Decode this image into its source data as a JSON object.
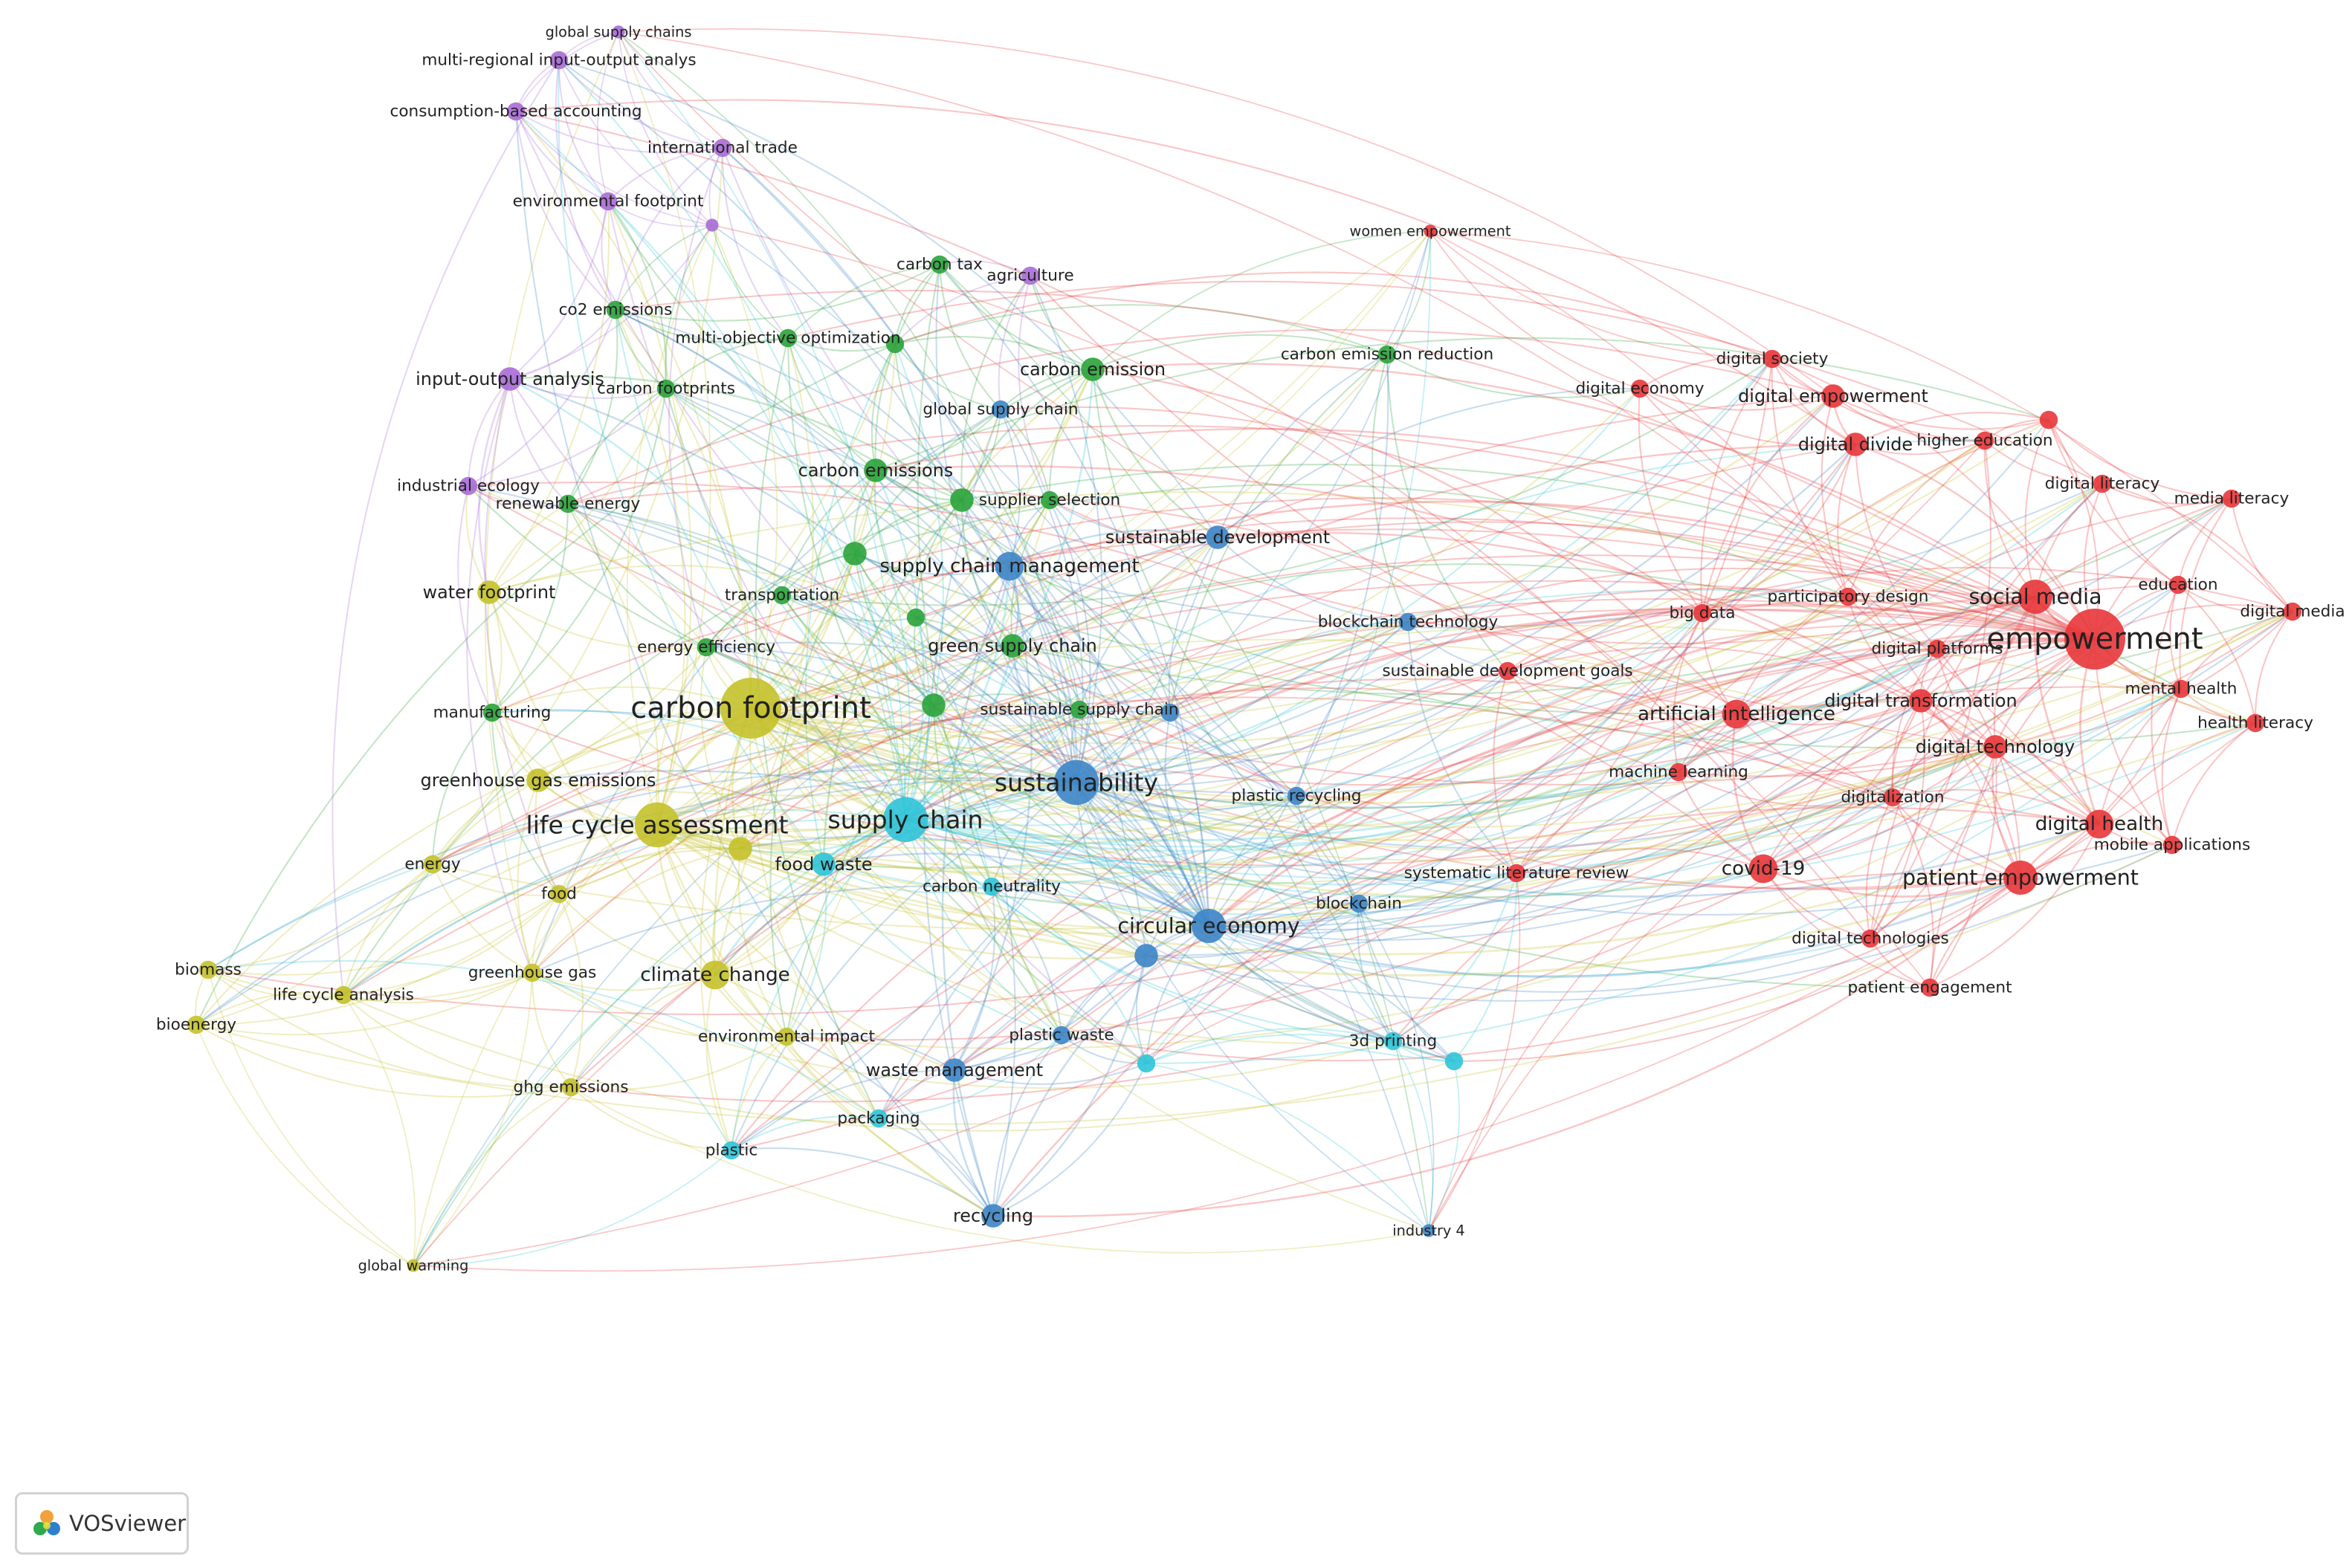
{
  "app": {
    "logo_label": "VOSviewer"
  },
  "clusters": {
    "red": "#e8363a",
    "green": "#2aa33a",
    "blue": "#3d85c6",
    "yellow": "#c4c12b",
    "purple": "#a86bd6",
    "cyan": "#2fc4d8"
  },
  "nodes": [
    {
      "id": "global-supply-chains",
      "label": "global supply chains",
      "c": "purple",
      "w": 1
    },
    {
      "id": "mrio",
      "label": "multi-regional input-output analys",
      "c": "purple",
      "w": 2
    },
    {
      "id": "consumption-based-accounting",
      "label": "consumption-based accounting",
      "c": "purple",
      "w": 2
    },
    {
      "id": "international-trade",
      "label": "international trade",
      "c": "purple",
      "w": 2
    },
    {
      "id": "environmental-footprint",
      "label": "environmental footprint",
      "c": "purple",
      "w": 2
    },
    {
      "id": "purple-unlabeled",
      "label": "",
      "c": "purple",
      "w": 1
    },
    {
      "id": "agriculture",
      "label": "agriculture",
      "c": "purple",
      "w": 2
    },
    {
      "id": "input-output-analysis",
      "label": "input-output analysis",
      "c": "purple",
      "w": 3
    },
    {
      "id": "industrial-ecology",
      "label": "industrial ecology",
      "c": "purple",
      "w": 2
    },
    {
      "id": "carbon-tax",
      "label": "carbon tax",
      "c": "green",
      "w": 2
    },
    {
      "id": "co2-emissions",
      "label": "co2 emissions",
      "c": "green",
      "w": 2
    },
    {
      "id": "multi-objective-optimization",
      "label": "multi-objective optimization",
      "c": "green",
      "w": 2
    },
    {
      "id": "green-unlabeled-1",
      "label": "",
      "c": "green",
      "w": 2
    },
    {
      "id": "carbon-footprints",
      "label": "carbon footprints",
      "c": "green",
      "w": 2
    },
    {
      "id": "carbon-emission",
      "label": "carbon emission",
      "c": "green",
      "w": 3
    },
    {
      "id": "carbon-emission-reduction",
      "label": "carbon emission reduction",
      "c": "green",
      "w": 2
    },
    {
      "id": "carbon-emissions",
      "label": "carbon emissions",
      "c": "green",
      "w": 3
    },
    {
      "id": "renewable-energy",
      "label": "renewable energy",
      "c": "green",
      "w": 2
    },
    {
      "id": "green-unlabeled-2",
      "label": "",
      "c": "green",
      "w": 3
    },
    {
      "id": "supplier-selection",
      "label": "supplier selection",
      "c": "green",
      "w": 2
    },
    {
      "id": "green-unlabeled-3",
      "label": "",
      "c": "green",
      "w": 3
    },
    {
      "id": "transportation",
      "label": "transportation",
      "c": "green",
      "w": 2
    },
    {
      "id": "green-unlabeled-4",
      "label": "",
      "c": "green",
      "w": 2
    },
    {
      "id": "energy-efficiency",
      "label": "energy efficiency",
      "c": "green",
      "w": 2
    },
    {
      "id": "green-supply-chain",
      "label": "green supply chain",
      "c": "green",
      "w": 3
    },
    {
      "id": "manufacturing",
      "label": "manufacturing",
      "c": "green",
      "w": 2
    },
    {
      "id": "sustainable-supply-chain",
      "label": "sustainable supply chain",
      "c": "green",
      "w": 2
    },
    {
      "id": "green-unlabeled-5",
      "label": "",
      "c": "green",
      "w": 3
    },
    {
      "id": "global-supply-chain",
      "label": "global supply chain",
      "c": "blue",
      "w": 2
    },
    {
      "id": "supply-chain-management",
      "label": "supply chain management",
      "c": "blue",
      "w": 4
    },
    {
      "id": "sustainable-development",
      "label": "sustainable development",
      "c": "blue",
      "w": 3
    },
    {
      "id": "blockchain-technology",
      "label": "blockchain technology",
      "c": "blue",
      "w": 2
    },
    {
      "id": "blue-unlabeled-1",
      "label": "",
      "c": "blue",
      "w": 2
    },
    {
      "id": "sustainability",
      "label": "sustainability",
      "c": "blue",
      "w": 7
    },
    {
      "id": "plastic-recycling",
      "label": "plastic recycling",
      "c": "blue",
      "w": 2
    },
    {
      "id": "circular-economy",
      "label": "circular economy",
      "c": "blue",
      "w": 5
    },
    {
      "id": "blue-unlabeled-2",
      "label": "",
      "c": "blue",
      "w": 3
    },
    {
      "id": "blockchain",
      "label": "blockchain",
      "c": "blue",
      "w": 2
    },
    {
      "id": "plastic-waste",
      "label": "plastic waste",
      "c": "blue",
      "w": 2
    },
    {
      "id": "waste-management",
      "label": "waste management",
      "c": "blue",
      "w": 3
    },
    {
      "id": "recycling",
      "label": "recycling",
      "c": "blue",
      "w": 3
    },
    {
      "id": "industry-4",
      "label": "industry 4",
      "c": "blue",
      "w": 1
    },
    {
      "id": "carbon-footprint",
      "label": "carbon footprint",
      "c": "yellow",
      "w": 10
    },
    {
      "id": "water-footprint",
      "label": "water footprint",
      "c": "yellow",
      "w": 3
    },
    {
      "id": "greenhouse-gas-emissions",
      "label": "greenhouse gas emissions",
      "c": "yellow",
      "w": 3
    },
    {
      "id": "life-cycle-assessment",
      "label": "life cycle assessment",
      "c": "yellow",
      "w": 7
    },
    {
      "id": "yellow-unlabeled",
      "label": "",
      "c": "yellow",
      "w": 3
    },
    {
      "id": "energy",
      "label": "energy",
      "c": "yellow",
      "w": 2
    },
    {
      "id": "food",
      "label": "food",
      "c": "yellow",
      "w": 2
    },
    {
      "id": "biomass",
      "label": "biomass",
      "c": "yellow",
      "w": 2
    },
    {
      "id": "life-cycle-analysis",
      "label": "life cycle analysis",
      "c": "yellow",
      "w": 2
    },
    {
      "id": "greenhouse-gas",
      "label": "greenhouse gas",
      "c": "yellow",
      "w": 2
    },
    {
      "id": "climate-change",
      "label": "climate change",
      "c": "yellow",
      "w": 4
    },
    {
      "id": "bioenergy",
      "label": "bioenergy",
      "c": "yellow",
      "w": 2
    },
    {
      "id": "environmental-impact",
      "label": "environmental impact",
      "c": "yellow",
      "w": 2
    },
    {
      "id": "ghg-emissions",
      "label": "ghg emissions",
      "c": "yellow",
      "w": 2
    },
    {
      "id": "global-warming",
      "label": "global warming",
      "c": "yellow",
      "w": 1
    },
    {
      "id": "supply-chain",
      "label": "supply chain",
      "c": "cyan",
      "w": 7
    },
    {
      "id": "food-waste",
      "label": "food waste",
      "c": "cyan",
      "w": 3
    },
    {
      "id": "carbon-neutrality",
      "label": "carbon neutrality",
      "c": "cyan",
      "w": 2
    },
    {
      "id": "cyan-unlabeled-1",
      "label": "",
      "c": "cyan",
      "w": 2
    },
    {
      "id": "3d-printing",
      "label": "3d printing",
      "c": "cyan",
      "w": 2
    },
    {
      "id": "cyan-unlabeled-2",
      "label": "",
      "c": "cyan",
      "w": 2
    },
    {
      "id": "packaging",
      "label": "packaging",
      "c": "cyan",
      "w": 2
    },
    {
      "id": "plastic",
      "label": "plastic",
      "c": "cyan",
      "w": 2
    },
    {
      "id": "women-empowerment",
      "label": "women empowerment",
      "c": "red",
      "w": 1
    },
    {
      "id": "digital-society",
      "label": "digital society",
      "c": "red",
      "w": 2
    },
    {
      "id": "digital-economy",
      "label": "digital economy",
      "c": "red",
      "w": 2
    },
    {
      "id": "digital-empowerment",
      "label": "digital empowerment",
      "c": "red",
      "w": 3
    },
    {
      "id": "red-unlabeled",
      "label": "",
      "c": "red",
      "w": 2
    },
    {
      "id": "digital-divide",
      "label": "digital divide",
      "c": "red",
      "w": 3
    },
    {
      "id": "higher-education",
      "label": "higher education",
      "c": "red",
      "w": 2
    },
    {
      "id": "digital-literacy",
      "label": "digital literacy",
      "c": "red",
      "w": 2
    },
    {
      "id": "media-literacy",
      "label": "media literacy",
      "c": "red",
      "w": 2
    },
    {
      "id": "education",
      "label": "education",
      "c": "red",
      "w": 2
    },
    {
      "id": "participatory-design",
      "label": "participatory design",
      "c": "red",
      "w": 2
    },
    {
      "id": "big-data",
      "label": "big data",
      "c": "red",
      "w": 2
    },
    {
      "id": "social-media",
      "label": "social media",
      "c": "red",
      "w": 5
    },
    {
      "id": "digital-media",
      "label": "digital media",
      "c": "red",
      "w": 2
    },
    {
      "id": "empowerment",
      "label": "empowerment",
      "c": "red",
      "w": 10
    },
    {
      "id": "digital-platforms",
      "label": "digital platforms",
      "c": "red",
      "w": 2
    },
    {
      "id": "sustainable-development-goals",
      "label": "sustainable development goals",
      "c": "red",
      "w": 2
    },
    {
      "id": "artificial-intelligence",
      "label": "artificial intelligence",
      "c": "red",
      "w": 4
    },
    {
      "id": "digital-transformation",
      "label": "digital transformation",
      "c": "red",
      "w": 3
    },
    {
      "id": "mental-health",
      "label": "mental health",
      "c": "red",
      "w": 2
    },
    {
      "id": "health-literacy",
      "label": "health literacy",
      "c": "red",
      "w": 2
    },
    {
      "id": "digital-technology",
      "label": "digital technology",
      "c": "red",
      "w": 3
    },
    {
      "id": "machine-learning",
      "label": "machine learning",
      "c": "red",
      "w": 2
    },
    {
      "id": "digitalization",
      "label": "digitalization",
      "c": "red",
      "w": 2
    },
    {
      "id": "digital-health",
      "label": "digital health",
      "c": "red",
      "w": 4
    },
    {
      "id": "mobile-applications",
      "label": "mobile applications",
      "c": "red",
      "w": 2
    },
    {
      "id": "covid-19",
      "label": "covid-19",
      "c": "red",
      "w": 4
    },
    {
      "id": "systematic-literature-review",
      "label": "systematic literature review",
      "c": "red",
      "w": 2
    },
    {
      "id": "patient-empowerment",
      "label": "patient empowerment",
      "c": "red",
      "w": 5
    },
    {
      "id": "digital-technologies",
      "label": "digital technologies",
      "c": "red",
      "w": 2
    },
    {
      "id": "patient-engagement",
      "label": "patient engagement",
      "c": "red",
      "w": 2
    }
  ]
}
